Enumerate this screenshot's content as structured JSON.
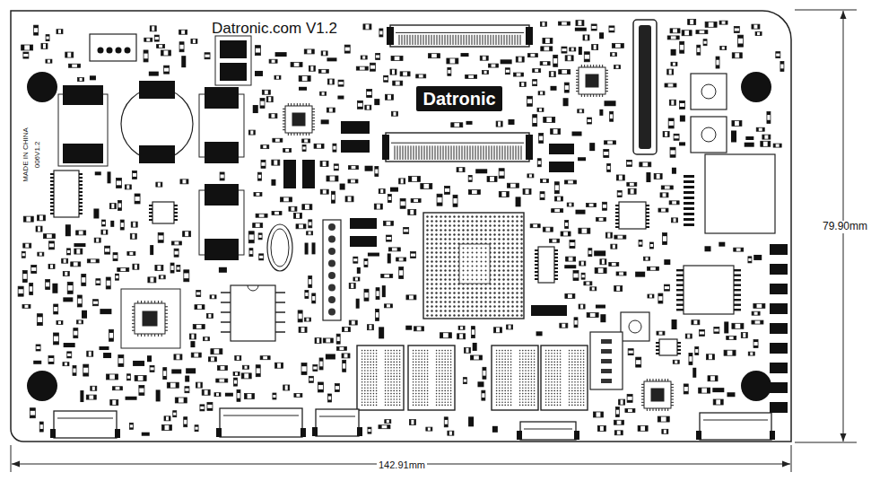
{
  "diagram": {
    "nodes": [
      {
        "text": [
          "Datronic"
        ]
      }
    ],
    "labels": [
      "Datronic.com V1.2",
      "MADE IN CHINA",
      "006V1.2",
      "142.91mm",
      "79.90mm"
    ]
  }
}
